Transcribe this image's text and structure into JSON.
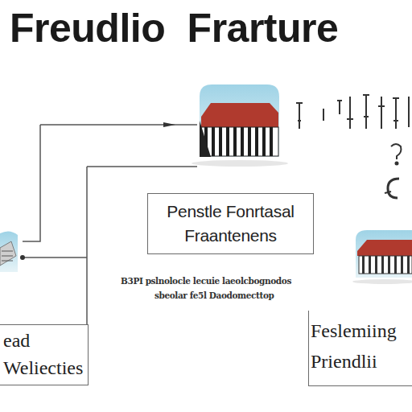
{
  "diagram": {
    "title": "Freudlio Frarture",
    "nodes": [
      {
        "text": [
          "Penstle Fonrtasal Fraantenens"
        ]
      },
      {
        "text": [
          "ead",
          "Weliecties"
        ]
      },
      {
        "text": [
          "Feslemiing",
          "Priendlii"
        ]
      }
    ],
    "labels": [
      "B3PI pslnolocle lecuie laeolcbognodos",
      "sbeolar fe5l Daodomecttop"
    ]
  }
}
